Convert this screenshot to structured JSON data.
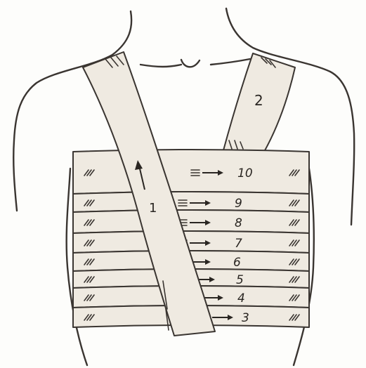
{
  "diagram": {
    "colors": {
      "bandage": "#efeae1",
      "ink": "#3a3531",
      "background": "#fdfdfb"
    },
    "strap_labels": [
      "1",
      "2"
    ],
    "turns": [
      "10",
      "9",
      "8",
      "7",
      "6",
      "5",
      "4",
      "3"
    ]
  }
}
